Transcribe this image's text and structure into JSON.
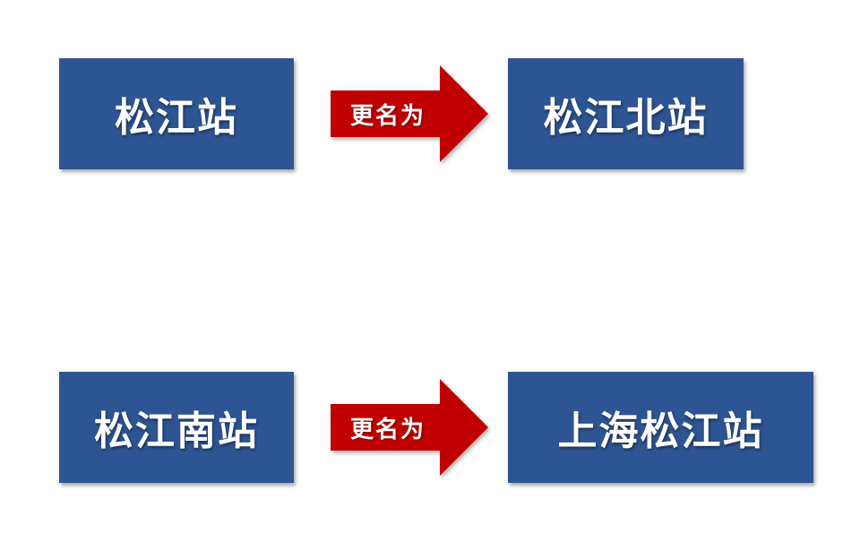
{
  "colors": {
    "box_fill": "#2e5593",
    "arrow_fill": "#c00000",
    "text": "#ffffff",
    "background": "#ffffff"
  },
  "renames": [
    {
      "old_name": "松江站",
      "arrow_label": "更名为",
      "new_name": "松江北站"
    },
    {
      "old_name": "松江南站",
      "arrow_label": "更名为",
      "new_name": "上海松江站"
    }
  ]
}
